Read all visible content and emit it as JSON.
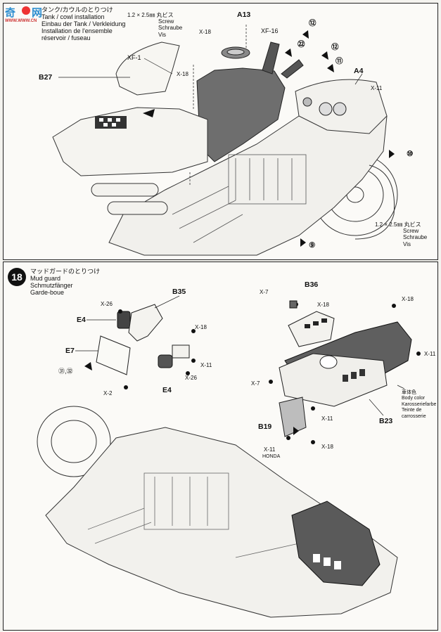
{
  "watermark": {
    "mark_a": "奇",
    "mark_b": "网",
    "mark_c": "WWW.WWW.CN"
  },
  "step17": {
    "title_lines": [
      "タンク/カウルのとりつけ",
      "Tank / cowl installation",
      "Einbau der Tank / Verkleidung",
      "Installation de l'ensemble",
      "réservoir / fuseau"
    ],
    "screw_note_a": {
      "size": "1.2 × 2.5㎜ 丸ビス",
      "lines": [
        "Screw",
        "Schraube",
        "Vis"
      ]
    },
    "screw_note_b": {
      "size": "1.2 × 2.5㎜ 丸ビス",
      "lines": [
        "Screw",
        "Schraube",
        "Vis"
      ]
    },
    "labels": {
      "a13": "A13",
      "xf16": "XF-16",
      "x18_a": "X-18",
      "x18_b": "X-18",
      "xf1": "XF-1",
      "b27": "B27",
      "a4": "A4",
      "x11": "X-11",
      "c12a": "⑫",
      "c22": "㉒",
      "c12b": "⑫",
      "c11": "⑪",
      "c10": "⑩",
      "c9": "⑨"
    }
  },
  "step18": {
    "number": "18",
    "title_lines": [
      "マッドガードのとりつけ",
      "Mud guard",
      "Schmutzfänger",
      "Garde-boue"
    ],
    "labels": {
      "b35": "B35",
      "x26_a": "X-26",
      "e4_a": "E4",
      "x18_a": "X-18",
      "e7": "E7",
      "x11_a": "X-11",
      "x26_b": "X-26",
      "c3132": "㉛,㉜",
      "x2": "X-2",
      "e4_b": "E4",
      "x7_a": "X-7",
      "b36": "B36",
      "x18_b": "X-18",
      "x18_c": "X-18",
      "x11_b": "X-11",
      "x7_b": "X-7",
      "x11_c": "X-11",
      "b19": "B19",
      "x18_d": "X-18",
      "x11_d": "X-11",
      "honda": "HONDA",
      "b23": "B23"
    },
    "body_color": [
      "車体色",
      "Body color",
      "Karosseriefarbe",
      "Teinte de",
      "carrosserie"
    ]
  }
}
